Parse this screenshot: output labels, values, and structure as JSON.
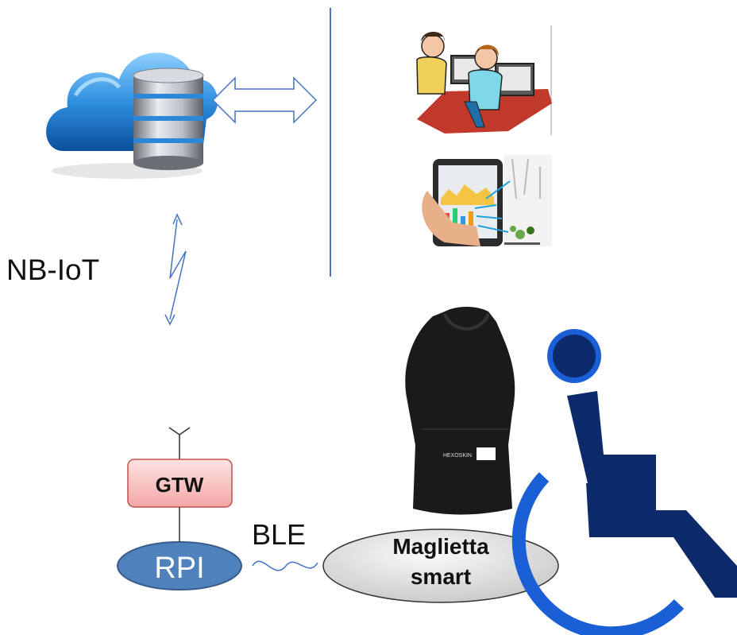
{
  "labels": {
    "nbiot": "NB-IoT",
    "ble": "BLE",
    "gateway": "GTW",
    "rpi": "RPI",
    "shirt_line1": "Maglietta",
    "shirt_line2": "smart",
    "shirt_brand": "HEXOSKIN"
  },
  "colors": {
    "arrow_blue": "#4472c4",
    "gtw_fill_top": "#fde3e3",
    "gtw_fill_bottom": "#f4a6a6",
    "gtw_stroke": "#c0504d",
    "rpi_fill": "#4f81bd",
    "rpi_stroke": "#385d8a",
    "ellipse_fill": "#d9d9d9",
    "wheelchair_navy": "#0d2a6b",
    "wheelchair_blue": "#1a5fd6"
  }
}
